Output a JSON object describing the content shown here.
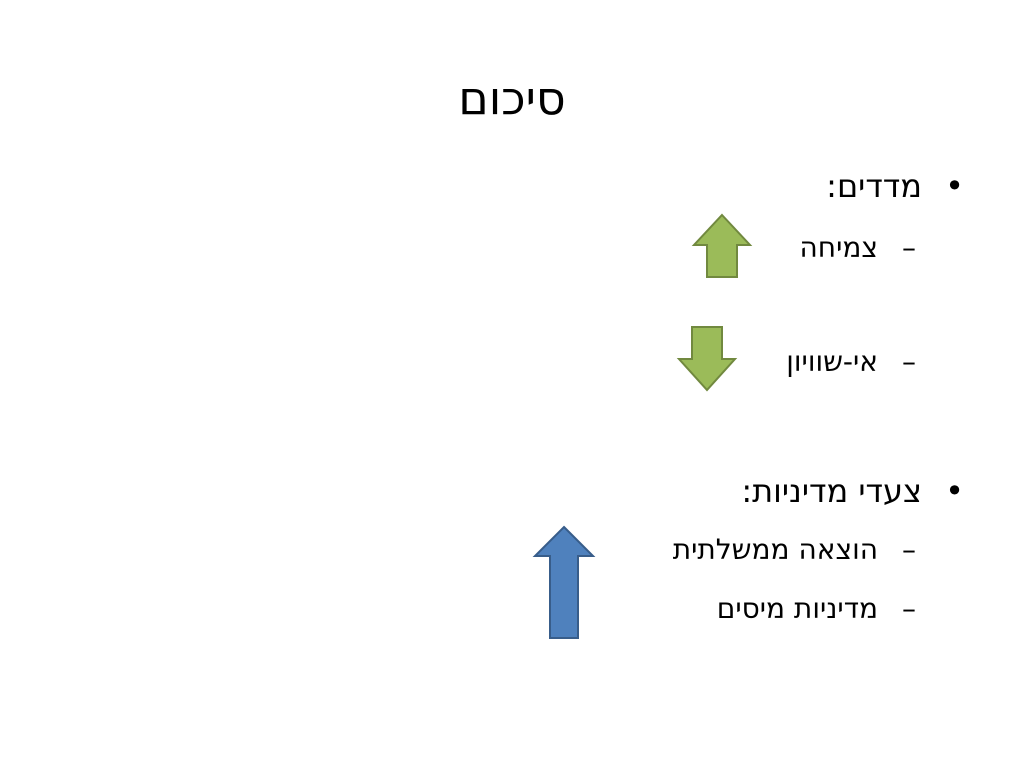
{
  "slide": {
    "title": "סיכום",
    "sections": [
      {
        "bullet": "•",
        "label": "מדדים:",
        "items": [
          {
            "dash": "–",
            "label": "צמיחה",
            "trend": "up",
            "arrow_color": "#9bbb59"
          },
          {
            "dash": "–",
            "label": "אי-שוויון",
            "trend": "down",
            "arrow_color": "#9bbb59"
          }
        ]
      },
      {
        "bullet": "•",
        "label": "צעדי מדיניות:",
        "items": [
          {
            "dash": "–",
            "label": "הוצאה ממשלתית"
          },
          {
            "dash": "–",
            "label": "מדיניות מיסים"
          }
        ],
        "trend": "up",
        "arrow_color": "#4f81bd"
      }
    ]
  }
}
